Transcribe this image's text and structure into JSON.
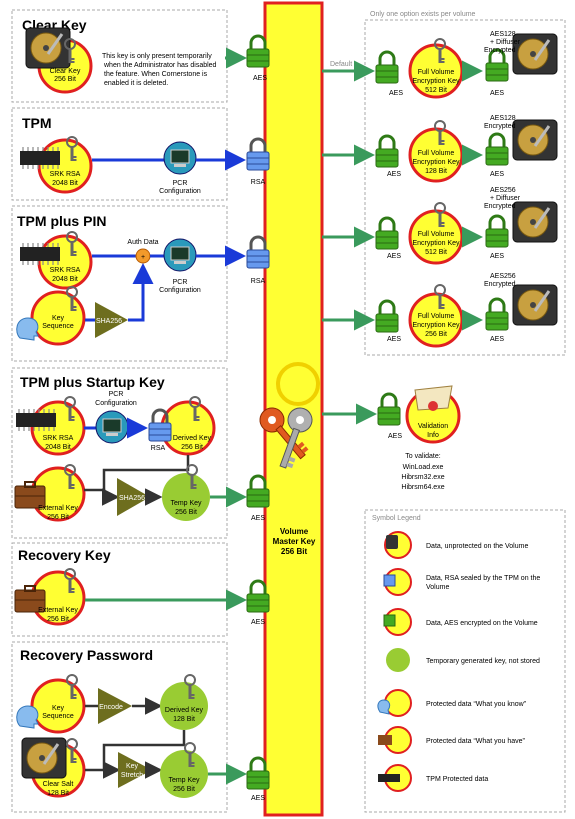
{
  "sections": {
    "clear_key": "Clear Key",
    "tpm": "TPM",
    "tpm_pin": "TPM plus PIN",
    "tpm_startup": "TPM plus Startup Key",
    "recovery_key": "Recovery Key",
    "recovery_password": "Recovery Password"
  },
  "clear_key": {
    "key_label_1": "Clear Key",
    "key_label_2": "256 Bit",
    "note_1": "This key is only present temporarily",
    "note_2": "when the Administrator has disabled",
    "note_3": "the feature. When Cornerstone is",
    "note_4": "enabled it is deleted."
  },
  "tpm": {
    "srk_1": "SRK RSA",
    "srk_2": "2048 Bit",
    "pcr_1": "PCR",
    "pcr_2": "Configuration"
  },
  "tpm_pin": {
    "srk_1": "SRK RSA",
    "srk_2": "2048 Bit",
    "auth": "Auth Data",
    "pcr_1": "PCR",
    "pcr_2": "Configuration",
    "seq_1": "Key",
    "seq_2": "Sequence",
    "sha": "SHA256"
  },
  "tpm_startup": {
    "pcr_1": "PCR",
    "pcr_2": "Configuration",
    "srk_1": "SRK RSA",
    "srk_2": "2048 Bit",
    "derived_1": "Derived Key",
    "derived_2": "256 Bit",
    "rsa": "RSA",
    "ext_1": "External Key",
    "ext_2": "256 Bit",
    "sha": "SHA256",
    "temp_1": "Temp Key",
    "temp_2": "256  Bit"
  },
  "recovery_key": {
    "ext_1": "External Key",
    "ext_2": "256 Bit"
  },
  "recovery_password": {
    "seq_1": "Key",
    "seq_2": "Sequence",
    "encode": "Encode",
    "derived_1": "Derived Key",
    "derived_2": "128 Bit",
    "salt_1": "Clear Salt",
    "salt_2": "128 Bit",
    "stretch_1": "Key",
    "stretch_2": "Stretch",
    "temp_1": "Temp Key",
    "temp_2": "256 Bit"
  },
  "locks": {
    "aes": "AES",
    "rsa": "RSA"
  },
  "vmk": {
    "l1": "Volume",
    "l2": "Master Key",
    "l3": "256 Bit"
  },
  "right": {
    "header": "Only one option exists per volume",
    "default": "Default",
    "fvek": [
      {
        "l1": "Full Volume",
        "l2": "Encryption Key",
        "l3": "512 Bit",
        "d1": "AES128",
        "d2": "+ Diffuser",
        "d3": "Encrypted"
      },
      {
        "l1": "Full Volume",
        "l2": "Encryption Key",
        "l3": "128 Bit",
        "d1": "AES128",
        "d2": "Encrypted",
        "d3": ""
      },
      {
        "l1": "Full Volume",
        "l2": "Encryption Key",
        "l3": "512 Bit",
        "d1": "AES256",
        "d2": "+ Diffuser",
        "d3": "Encrypted"
      },
      {
        "l1": "Full Volume",
        "l2": "Encryption Key",
        "l3": "256 Bit",
        "d1": "AES256",
        "d2": "Encrypted",
        "d3": ""
      }
    ]
  },
  "validation": {
    "l1": "Validation",
    "l2": "Info",
    "validate": "To validate:",
    "f1": "WinLoad.exe",
    "f2": "Hibrsm32.exe",
    "f3": "Hibrsm64.exe"
  },
  "legend": {
    "title": "Symbol Legend",
    "items": [
      "Data, unprotected on the Volume",
      "Data, RSA sealed by the TPM on the",
      "Volume",
      "Data, AES encrypted on the Volume",
      "Temporary generated key, not stored",
      "Protected data “What you know”",
      "Protected data “What you have”",
      "TPM Protected data"
    ]
  },
  "colors": {
    "yellow": "#ffff33",
    "red_ring": "#e02020",
    "green_key": "#99cc33",
    "arrow_green": "#3a9a5c",
    "arrow_blue": "#1a3ad8",
    "lock_green": "#44aa22",
    "lock_blue": "#5588dd",
    "olive": "#6e6e1e"
  }
}
